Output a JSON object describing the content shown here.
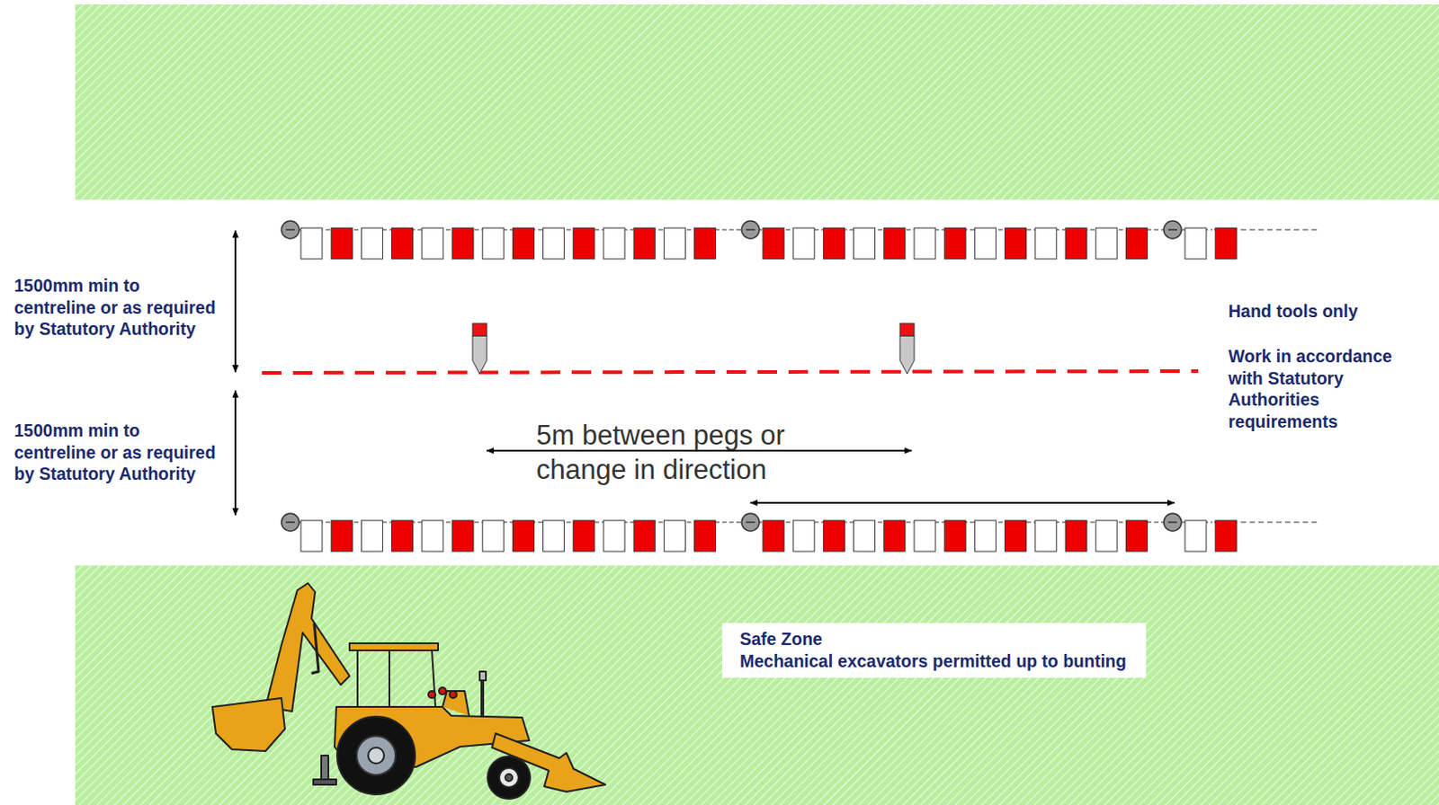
{
  "diagram": {
    "nodes": [
      {
        "text": [
          "Safe Zone",
          "Mechanical excavators permitted up to bunting"
        ]
      }
    ],
    "labels": [
      "1500mm min to centreline or as required by Statutory Authority",
      "1500mm min to centreline or as required by Statutory Authority",
      "Hand tools only",
      "Work in accordance with Statutory Authorities requirements",
      "5m between pegs or change in direction"
    ]
  }
}
